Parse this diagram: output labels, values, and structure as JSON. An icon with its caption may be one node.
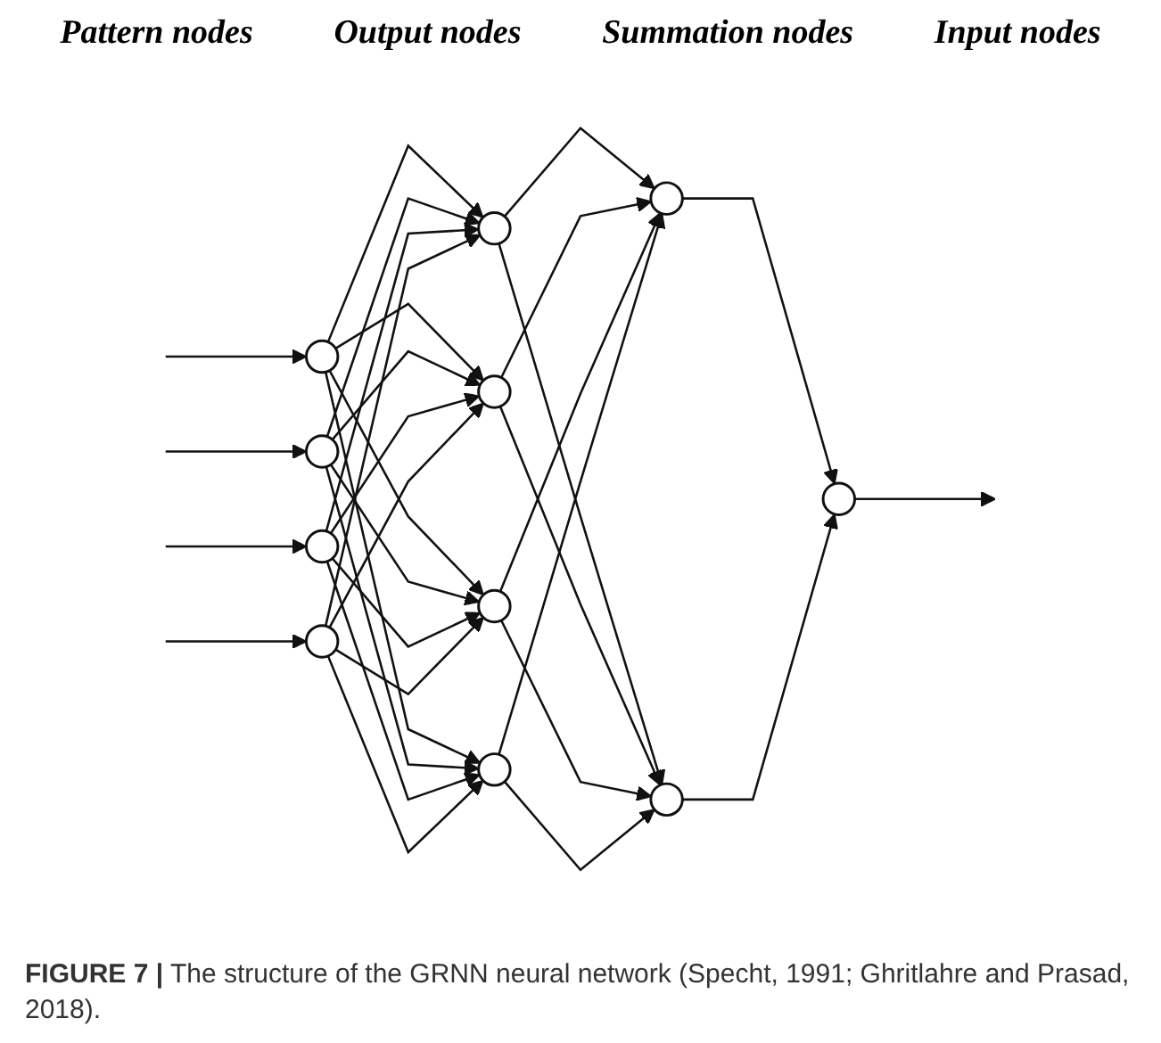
{
  "diagram": {
    "caption": "**FIGURE 7 |** The structure of the GRNN neural network (Specht, 1991; Ghritlahre and Prasad, 2018).",
    "nodes": [
      {
        "text": [],
        "shape": "circle"
      },
      {
        "text": [],
        "shape": "circle"
      },
      {
        "text": [],
        "shape": "circle"
      },
      {
        "text": [],
        "shape": "circle"
      },
      {
        "text": [],
        "shape": "circle"
      },
      {
        "text": [],
        "shape": "circle"
      },
      {
        "text": [],
        "shape": "circle"
      },
      {
        "text": [],
        "shape": "circle"
      },
      {
        "text": [],
        "shape": "circle"
      },
      {
        "text": [],
        "shape": "circle"
      },
      {
        "text": [],
        "shape": "circle"
      }
    ],
    "edges": [
      {
        "from": null,
        "to": 0,
        "arrow": "to"
      },
      {
        "from": null,
        "to": 1,
        "arrow": "to"
      },
      {
        "from": null,
        "to": 2,
        "arrow": "to"
      },
      {
        "from": null,
        "to": 3,
        "arrow": "to"
      },
      {
        "from": 0,
        "to": 4,
        "arrow": "to"
      },
      {
        "from": 0,
        "to": 5,
        "arrow": "to"
      },
      {
        "from": 0,
        "to": 6,
        "arrow": "to"
      },
      {
        "from": 0,
        "to": 7,
        "arrow": "to"
      },
      {
        "from": 1,
        "to": 4,
        "arrow": "to"
      },
      {
        "from": 1,
        "to": 5,
        "arrow": "to"
      },
      {
        "from": 1,
        "to": 6,
        "arrow": "to"
      },
      {
        "from": 1,
        "to": 7,
        "arrow": "to"
      },
      {
        "from": 2,
        "to": 4,
        "arrow": "to"
      },
      {
        "from": 2,
        "to": 5,
        "arrow": "to"
      },
      {
        "from": 2,
        "to": 6,
        "arrow": "to"
      },
      {
        "from": 2,
        "to": 7,
        "arrow": "to"
      },
      {
        "from": 3,
        "to": 4,
        "arrow": "to"
      },
      {
        "from": 3,
        "to": 5,
        "arrow": "to"
      },
      {
        "from": 3,
        "to": 6,
        "arrow": "to"
      },
      {
        "from": 3,
        "to": 7,
        "arrow": "to"
      },
      {
        "from": 4,
        "to": 8,
        "arrow": "to"
      },
      {
        "from": 4,
        "to": 9,
        "arrow": "to"
      },
      {
        "from": 5,
        "to": 8,
        "arrow": "to"
      },
      {
        "from": 5,
        "to": 9,
        "arrow": "to"
      },
      {
        "from": 6,
        "to": 8,
        "arrow": "to"
      },
      {
        "from": 6,
        "to": 9,
        "arrow": "to"
      },
      {
        "from": 7,
        "to": 8,
        "arrow": "to"
      },
      {
        "from": 7,
        "to": 9,
        "arrow": "to"
      },
      {
        "from": 8,
        "to": 10,
        "arrow": "to"
      },
      {
        "from": 9,
        "to": 10,
        "arrow": "to"
      },
      {
        "from": 10,
        "to": null,
        "arrow": "to"
      }
    ],
    "labels": [
      "Pattern nodes",
      "Output nodes",
      "Summation nodes",
      "Input nodes"
    ]
  }
}
